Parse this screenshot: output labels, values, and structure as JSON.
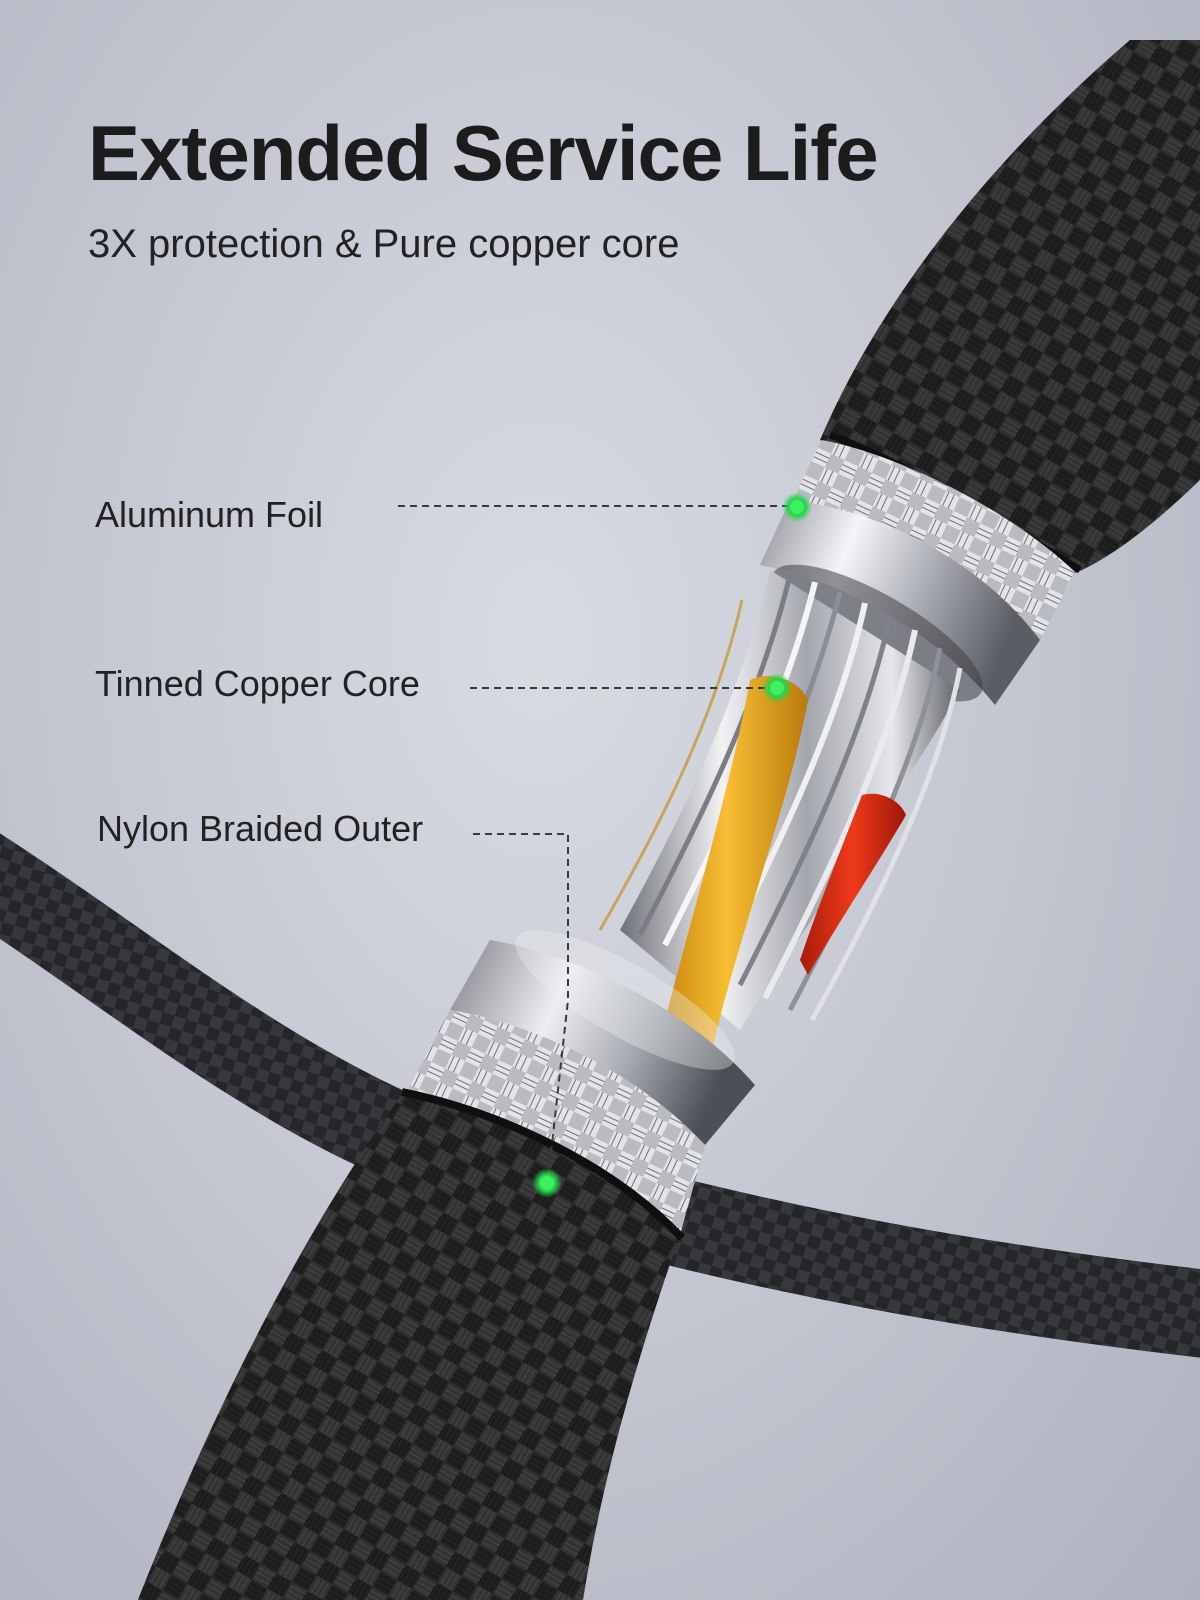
{
  "header": {
    "title": "Extended Service Life",
    "subtitle": "3X protection & Pure copper core"
  },
  "callouts": [
    {
      "label": "Aluminum Foil",
      "marker_icon": "green-dot-icon"
    },
    {
      "label": "Tinned Copper Core",
      "marker_icon": "green-dot-icon"
    },
    {
      "label": "Nylon Braided Outer",
      "marker_icon": "green-dot-icon"
    }
  ],
  "colors": {
    "background": "#c9ccd5",
    "heading": "#1c1c1c",
    "braid": "#242424",
    "foil": "#c4c6cc",
    "copper_wire": "#eaa81a",
    "red_wire": "#d92a12",
    "marker": "#22d44a"
  }
}
